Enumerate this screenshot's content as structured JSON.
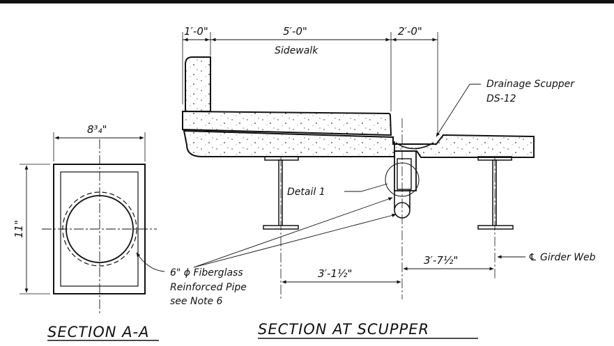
{
  "dimensions": {
    "width_a": "8³₄\"",
    "height_a": "11\"",
    "curb": "1′-0\"",
    "sidewalk": "5′-0\"",
    "scupper_offset": "2′-0\"",
    "bottom_left": "3′-1½\"",
    "bottom_right": "3′-7½\""
  },
  "labels": {
    "sidewalk": "Sidewalk",
    "scupper_1": "Drainage Scupper",
    "scupper_2": "DS-12",
    "detail": "Detail 1",
    "girder": "℄ Girder Web",
    "pipe_1": "6\" ϕ Fiberglass",
    "pipe_2": "Reinforced Pipe",
    "pipe_3": "see Note 6"
  },
  "titles": {
    "section_a": "SECTION A-A",
    "section_scupper": "SECTION AT SCUPPER"
  }
}
